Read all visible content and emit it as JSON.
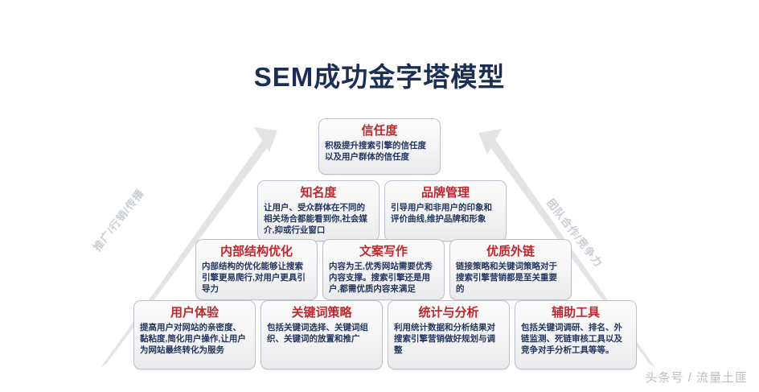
{
  "page": {
    "title": "SEM成功金字塔模型",
    "watermark": "头条号 / 流量土匪",
    "accent_heading_color": "#c0272d",
    "body_text_color": "#23365e",
    "title_color": "#1b2f55",
    "arrow_color": "#e2e2e2",
    "box_border_color": "#b9c2ce"
  },
  "side_labels": {
    "left": "推广/行销/传播",
    "right": "团队合作/竞争力"
  },
  "pyramid": {
    "levels": [
      {
        "level": 1,
        "boxes": [
          {
            "title": "信任度",
            "body": "积极提升搜索引擎的信任度以及用户群体的信任度"
          }
        ]
      },
      {
        "level": 2,
        "boxes": [
          {
            "title": "知名度",
            "body": "让用户、受众群体在不同的相关场合都能看到你,社会媒介,抑或行业窗口"
          },
          {
            "title": "品牌管理",
            "body": "引导用户和非用户的印象和评价曲线,维护品牌和形象"
          }
        ]
      },
      {
        "level": 3,
        "boxes": [
          {
            "title": "内部结构优化",
            "body": "内部结构的优化能够让搜索引擎更易爬行,对用户更具引导力"
          },
          {
            "title": "文案写作",
            "body": "内容为王,优秀网站需要优秀内容支撑。搜索引擎还是用户,都需优质内容来满足"
          },
          {
            "title": "优质外链",
            "body": "链接策略和关键词策略对于搜索引擎营销都是至关重要的"
          }
        ]
      },
      {
        "level": 4,
        "boxes": [
          {
            "title": "用户体验",
            "body": "提高用户对网站的亲密度、黏粘度,简化用户操作,让用户为网站最终转化为服务"
          },
          {
            "title": "关键词策略",
            "body": "包括关键词选择、关键词组织、关键词的放置和推广"
          },
          {
            "title": "统计与分析",
            "body": "利用统计数据和分析结果对搜索引擎营销做好规划与调整"
          },
          {
            "title": "辅助工具",
            "body": "包括关键词调研、排名、外链监测、死链审核工具以及竞争对手分析工具等等。"
          }
        ]
      }
    ]
  }
}
